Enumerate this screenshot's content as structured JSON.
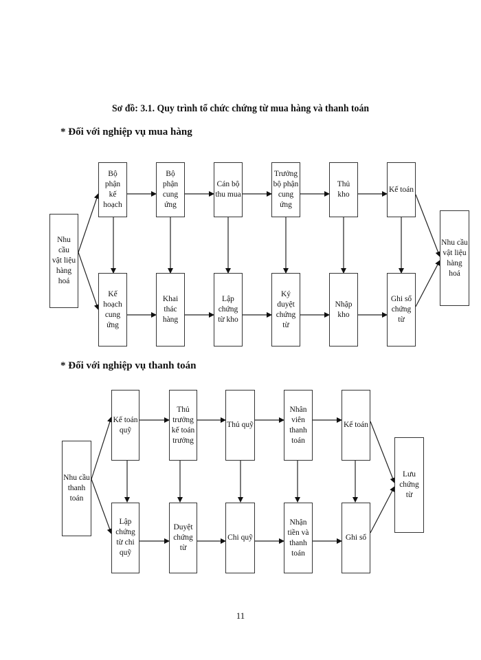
{
  "title": "Sơ đồ: 3.1. Quy trình tổ chức chứng từ mua hàng và thanh toán",
  "purchase_section": {
    "heading": "* Đối với nghiệp vụ mua hàng",
    "start_node": "Nhu cầu\nvật liệu\nhàng\nhoá",
    "end_node": "Nhu cầu\nvật liệu\nhàng\nhoá",
    "top_row": [
      "Bộ phận\nkế\nhoạch",
      "Bộ phận\ncung\nứng",
      "Cán bộ\nthu mua",
      "Trưởng\nbộ phận\ncung\nứng",
      "Thủ kho",
      "Kế toán"
    ],
    "bottom_row": [
      "Kế\nhoạch\ncung\nứng",
      "Khai\nthác\nhàng",
      "Lập\nchứng\ntừ kho",
      "Ký\nduyệt\nchứng\ntừ",
      "Nhập\nkho",
      "Ghi sổ\nchứng\ntừ"
    ]
  },
  "payment_section": {
    "heading": "* Đối với nghiệp vụ thanh toán",
    "start_node": "Nhu cầu\nthanh\ntoán",
    "end_node": "Lưu\nchứng\ntừ",
    "top_row": [
      "Kế toán\nquỹ",
      "Thủ\ntrưởng\nkế toán\ntrưởng",
      "Thủ quỹ",
      "Nhân\nviên\nthanh\ntoán",
      "Kế toán"
    ],
    "bottom_row": [
      "Lập\nchứng\ntừ chi\nquỹ",
      "Duyệt\nchứng\ntừ",
      "Chi quỹ",
      "Nhận\ntiền và\nthanh\ntoán",
      "Ghi sổ"
    ]
  },
  "page_number": "11"
}
